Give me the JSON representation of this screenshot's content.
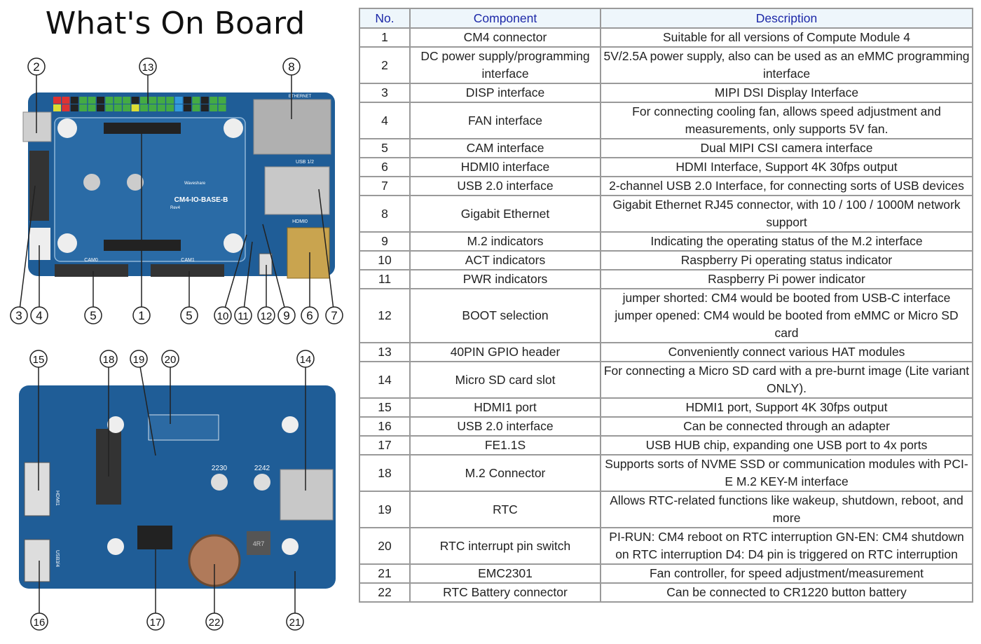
{
  "title": "What's On Board",
  "board_text": {
    "model": "CM4-IO-BASE-B",
    "rev": "Rev4",
    "brand": "Waveshare",
    "cam0": "CAM0",
    "cam1": "CAM1",
    "hdmi0": "HDMI0",
    "usb12": "USB 1/2",
    "ethernet": "ETHERNET",
    "m2_2230": "2230",
    "m2_2242": "2242",
    "hdmi1": "HDMI1",
    "usb34": "USB3/4",
    "battery": "4R7"
  },
  "top_callouts": [
    "2",
    "13",
    "8",
    "3",
    "4",
    "5",
    "1",
    "5",
    "10",
    "11",
    "12",
    "9",
    "6",
    "7"
  ],
  "bottom_callouts": [
    "15",
    "18",
    "19",
    "20",
    "14",
    "16",
    "17",
    "22",
    "21"
  ],
  "colors": {
    "board": "#1f5d97",
    "header_text": "#1c28a8",
    "header_bg": "#eef6fb",
    "grid": "#9a9a9a"
  },
  "table": {
    "headers": [
      "No.",
      "Component",
      "Description"
    ],
    "rows": [
      [
        "1",
        "CM4 connector",
        "Suitable for all versions of Compute Module 4"
      ],
      [
        "2",
        "DC power supply/programming interface",
        "5V/2.5A power supply, also can be used as an eMMC programming interface"
      ],
      [
        "3",
        "DISP interface",
        "MIPI DSI Display Interface"
      ],
      [
        "4",
        "FAN interface",
        "For connecting cooling fan, allows speed adjustment and measurements, only supports 5V fan."
      ],
      [
        "5",
        "CAM interface",
        "Dual MIPI CSI camera interface"
      ],
      [
        "6",
        "HDMI0 interface",
        "HDMI Interface, Support 4K 30fps output"
      ],
      [
        "7",
        "USB 2.0 interface",
        "2-channel USB 2.0 Interface, for connecting sorts of USB devices"
      ],
      [
        "8",
        "Gigabit Ethernet",
        "Gigabit Ethernet RJ45 connector, with 10 / 100 / 1000M network support"
      ],
      [
        "9",
        "M.2 indicators",
        "Indicating the operating status of the M.2 interface"
      ],
      [
        "10",
        "ACT indicators",
        "Raspberry Pi operating status indicator"
      ],
      [
        "11",
        "PWR indicators",
        "Raspberry Pi power indicator"
      ],
      [
        "12",
        "BOOT selection",
        "jumper shorted: CM4 would be booted from USB-C interface jumper opened: CM4 would be booted from eMMC or Micro SD card"
      ],
      [
        "13",
        "40PIN GPIO header",
        "Conveniently connect various HAT modules"
      ],
      [
        "14",
        "Micro SD card slot",
        "For connecting a Micro SD card with a pre-burnt image (Lite variant ONLY)."
      ],
      [
        "15",
        "HDMI1 port",
        "HDMI1 port, Support 4K 30fps output"
      ],
      [
        "16",
        "USB 2.0 interface",
        "Can be connected through an adapter"
      ],
      [
        "17",
        "FE1.1S",
        "USB HUB chip, expanding one USB port to 4x ports"
      ],
      [
        "18",
        "M.2 Connector",
        "Supports sorts of NVME SSD or communication modules with PCI-E M.2 KEY-M interface"
      ],
      [
        "19",
        "RTC",
        "Allows RTC-related functions like wakeup, shutdown, reboot, and more"
      ],
      [
        "20",
        "RTC interrupt pin switch",
        "PI-RUN: CM4 reboot on RTC interruption GN-EN: CM4 shutdown on RTC interruption D4: D4 pin is triggered on RTC interruption"
      ],
      [
        "21",
        "EMC2301",
        "Fan controller, for speed adjustment/measurement"
      ],
      [
        "22",
        "RTC Battery connector",
        "Can be connected to CR1220 button battery"
      ]
    ]
  }
}
